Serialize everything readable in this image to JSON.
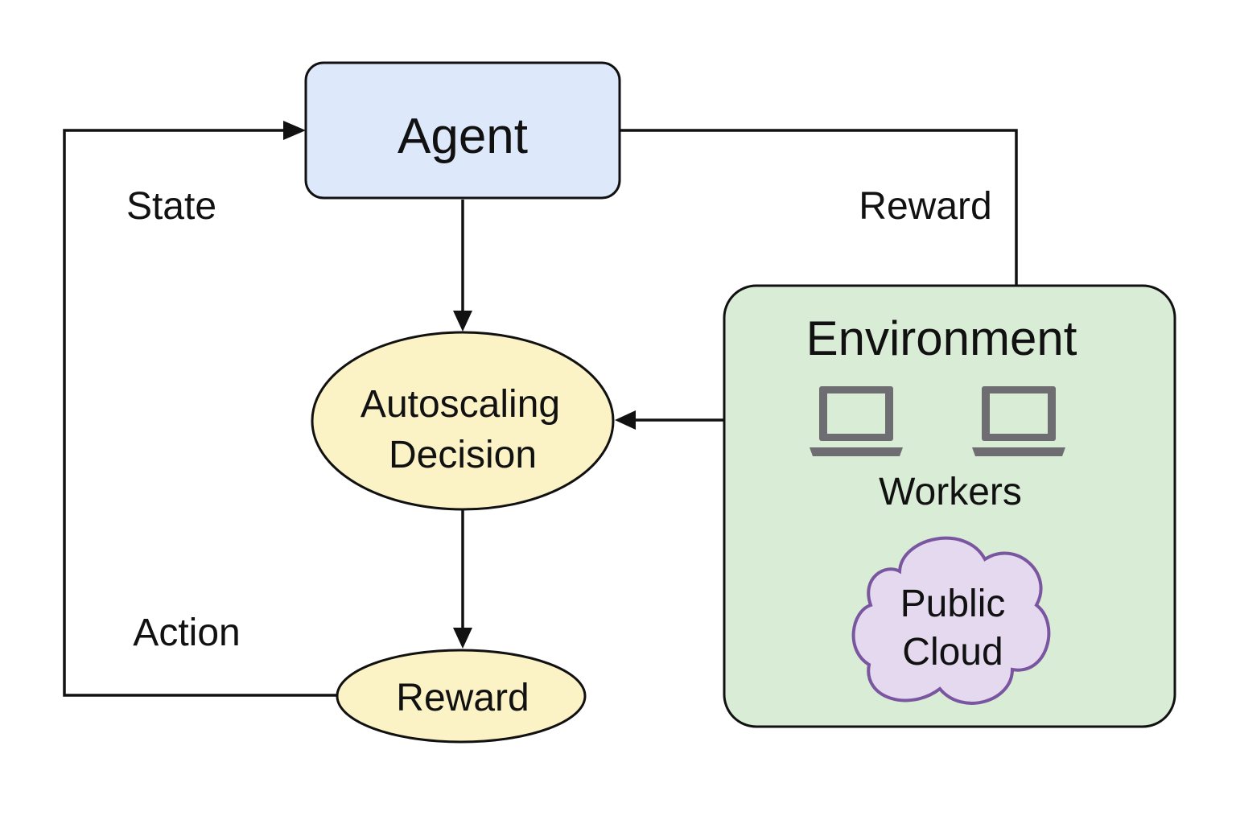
{
  "nodes": {
    "agent": {
      "label": "Agent",
      "fill": "#dde9fb"
    },
    "decision": {
      "line1": "Autoscaling",
      "line2": "Decision",
      "fill": "#fbf3c6"
    },
    "reward_node": {
      "label": "Reward",
      "fill": "#fbf3c6"
    },
    "environment": {
      "label": "Environment",
      "fill": "#d9ecd6",
      "workers_label": "Workers",
      "worker_icons": [
        "laptop-icon",
        "laptop-icon"
      ],
      "cloud": {
        "line1": "Public",
        "line2": "Cloud",
        "fill": "#e4d9ee",
        "stroke": "#7a55a0"
      }
    }
  },
  "edge_labels": {
    "state": "State",
    "reward": "Reward",
    "action": "Action"
  },
  "colors": {
    "stroke": "#111111",
    "icon": "#6d6d72"
  }
}
